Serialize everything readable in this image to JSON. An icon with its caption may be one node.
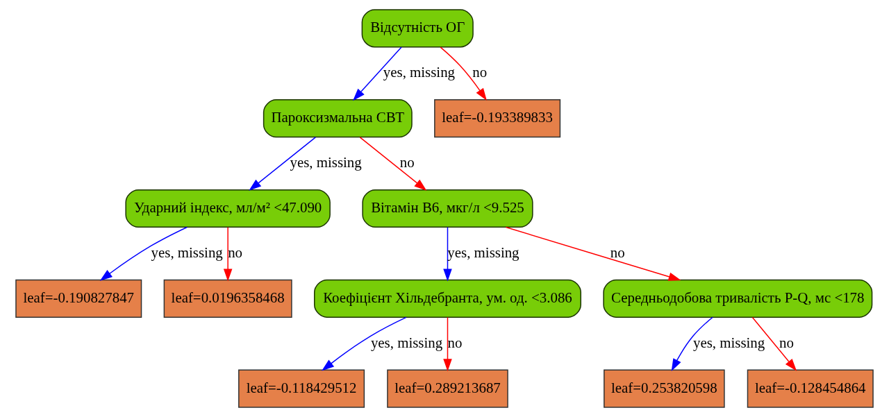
{
  "diagram": {
    "nodes": [
      {
        "text": [
          "Відсутність ОГ"
        ]
      },
      {
        "text": [
          "Пароксизмальна СВТ"
        ]
      },
      {
        "text": [
          "leaf=-0.193389833"
        ]
      },
      {
        "text": [
          "Ударний індекс, мл/м² <47.090"
        ]
      },
      {
        "text": [
          "Вітамін B6, мкг/л <9.525"
        ]
      },
      {
        "text": [
          "leaf=-0.190827847"
        ]
      },
      {
        "text": [
          "leaf=0.0196358468"
        ]
      },
      {
        "text": [
          "Коефіцієнт Хільдебранта, ум. од. <3.086"
        ]
      },
      {
        "text": [
          "Середньодобова тривалість P-Q, мс <178"
        ]
      },
      {
        "text": [
          "leaf=-0.118429512"
        ]
      },
      {
        "text": [
          "leaf=0.289213687"
        ]
      },
      {
        "text": [
          "leaf=0.253820598"
        ]
      },
      {
        "text": [
          "leaf=-0.128454864"
        ]
      }
    ],
    "edges": [
      {
        "from": 0,
        "to": 1,
        "arrow": "to",
        "label": "yes, missing",
        "color": "#0000ff"
      },
      {
        "from": 0,
        "to": 2,
        "arrow": "to",
        "label": "no",
        "color": "#ff0000"
      },
      {
        "from": 1,
        "to": 3,
        "arrow": "to",
        "label": "yes, missing",
        "color": "#0000ff"
      },
      {
        "from": 1,
        "to": 4,
        "arrow": "to",
        "label": "no",
        "color": "#ff0000"
      },
      {
        "from": 3,
        "to": 5,
        "arrow": "to",
        "label": "yes, missing",
        "color": "#0000ff"
      },
      {
        "from": 3,
        "to": 6,
        "arrow": "to",
        "label": "no",
        "color": "#ff0000"
      },
      {
        "from": 4,
        "to": 7,
        "arrow": "to",
        "label": "yes, missing",
        "color": "#0000ff"
      },
      {
        "from": 4,
        "to": 8,
        "arrow": "to",
        "label": "no",
        "color": "#ff0000"
      },
      {
        "from": 7,
        "to": 9,
        "arrow": "to",
        "label": "yes, missing",
        "color": "#0000ff"
      },
      {
        "from": 7,
        "to": 10,
        "arrow": "to",
        "label": "no",
        "color": "#ff0000"
      },
      {
        "from": 8,
        "to": 11,
        "arrow": "to",
        "label": "yes, missing",
        "color": "#0000ff"
      },
      {
        "from": 8,
        "to": 12,
        "arrow": "to",
        "label": "no",
        "color": "#ff0000"
      }
    ]
  }
}
